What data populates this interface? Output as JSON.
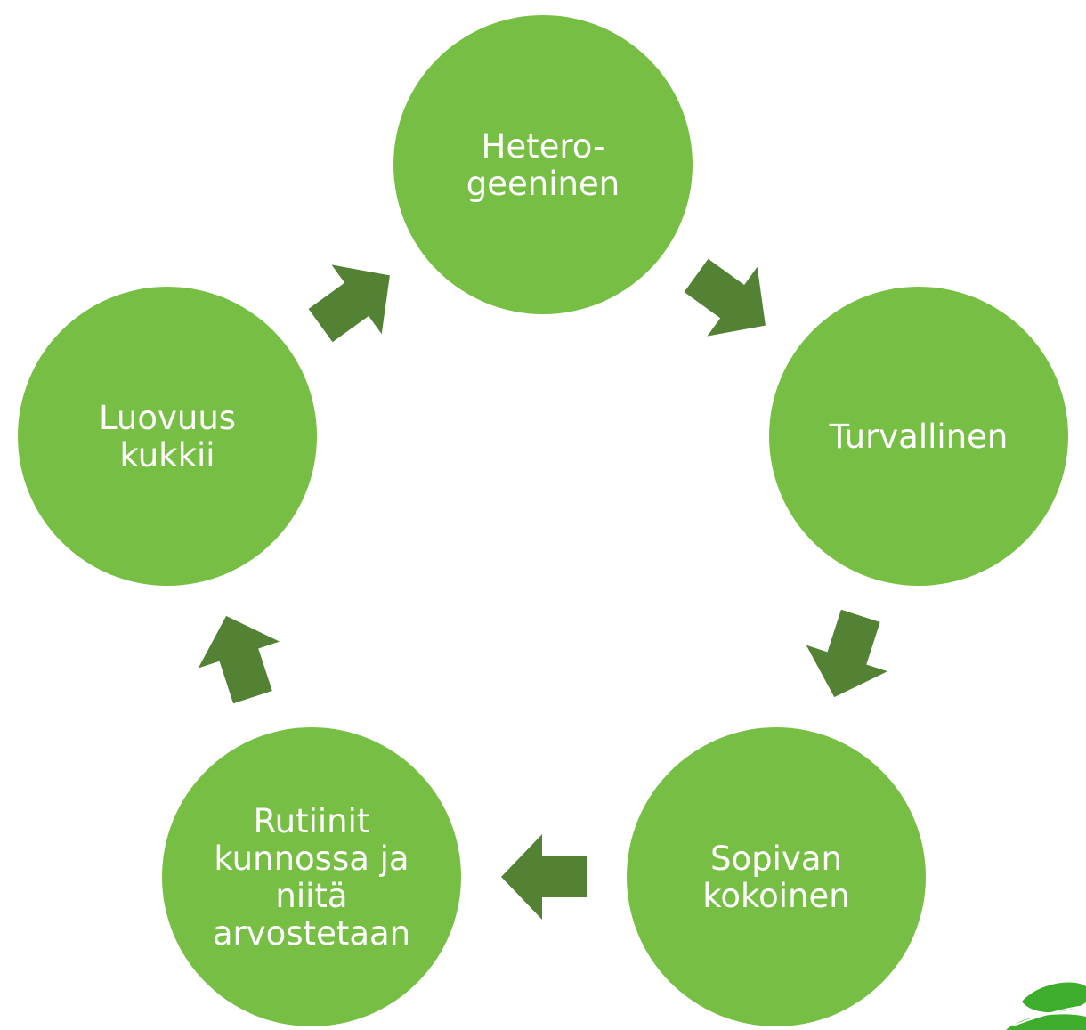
{
  "diagram": {
    "type": "cycle",
    "colors": {
      "node_fill": "#77bf44",
      "arrow_fill": "#548235",
      "label_text": "#ffffff",
      "logo_fill": "#3dae2b",
      "background": "#ffffff"
    },
    "nodes": [
      {
        "id": "hetero",
        "lines": [
          "Hetero-",
          "geeninen"
        ]
      },
      {
        "id": "turvallinen",
        "lines": [
          "Turvallinen"
        ]
      },
      {
        "id": "sopivan",
        "lines": [
          "Sopivan",
          "kokoinen"
        ]
      },
      {
        "id": "rutiinit",
        "lines": [
          "Rutiinit",
          "kunnossa ja",
          "niitä",
          "arvostetaan"
        ]
      },
      {
        "id": "luovuus",
        "lines": [
          "Luovuus",
          "kukkii"
        ]
      }
    ],
    "flow": [
      {
        "from": "hetero",
        "to": "turvallinen"
      },
      {
        "from": "turvallinen",
        "to": "sopivan"
      },
      {
        "from": "sopivan",
        "to": "rutiinit"
      },
      {
        "from": "rutiinit",
        "to": "luovuus"
      },
      {
        "from": "luovuus",
        "to": "hetero"
      }
    ],
    "corner_logo": "leaf-logo"
  }
}
